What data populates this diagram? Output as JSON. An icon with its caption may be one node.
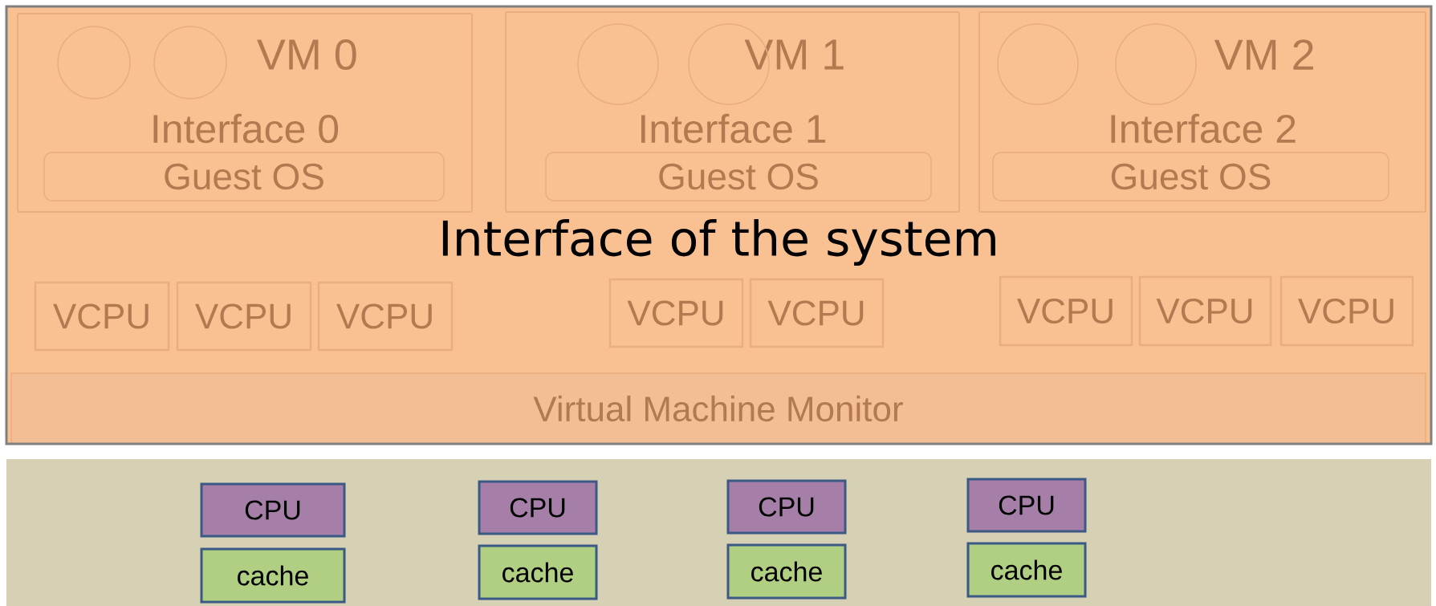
{
  "diagram": {
    "nodes": [
      {
        "text": [
          "Interface of the system"
        ]
      },
      {
        "text": [
          "VM 0",
          "Interface 0"
        ],
        "in": 0
      },
      {
        "text": [],
        "shape": "circle",
        "in": 1
      },
      {
        "text": [],
        "shape": "circle",
        "in": 1
      },
      {
        "text": [
          "Guest OS"
        ],
        "in": 1
      },
      {
        "text": [
          "VM 1",
          "Interface 1"
        ],
        "in": 0
      },
      {
        "text": [],
        "shape": "circle",
        "in": 5
      },
      {
        "text": [],
        "shape": "circle",
        "in": 5
      },
      {
        "text": [
          "Guest OS"
        ],
        "in": 5
      },
      {
        "text": [
          "VM 2",
          "Interface 2"
        ],
        "in": 0
      },
      {
        "text": [],
        "shape": "circle",
        "in": 9
      },
      {
        "text": [],
        "shape": "circle",
        "in": 9
      },
      {
        "text": [
          "Guest OS"
        ],
        "in": 9
      },
      {
        "text": [
          "VCPU"
        ],
        "in": 0
      },
      {
        "text": [
          "VCPU"
        ],
        "in": 0
      },
      {
        "text": [
          "VCPU"
        ],
        "in": 0
      },
      {
        "text": [
          "VCPU"
        ],
        "in": 0
      },
      {
        "text": [
          "VCPU"
        ],
        "in": 0
      },
      {
        "text": [
          "VCPU"
        ],
        "in": 0
      },
      {
        "text": [
          "VCPU"
        ],
        "in": 0
      },
      {
        "text": [
          "VCPU"
        ],
        "in": 0
      },
      {
        "text": [
          "Virtual Machine Monitor"
        ],
        "in": 0
      },
      {
        "text": [],
        "shape": "box"
      },
      {
        "text": [
          "CPU"
        ],
        "in": 22
      },
      {
        "text": [
          "cache"
        ],
        "in": 22
      },
      {
        "text": [
          "CPU"
        ],
        "in": 22
      },
      {
        "text": [
          "cache"
        ],
        "in": 22
      },
      {
        "text": [
          "CPU"
        ],
        "in": 22
      },
      {
        "text": [
          "cache"
        ],
        "in": 22
      },
      {
        "text": [
          "CPU"
        ],
        "in": 22
      },
      {
        "text": [
          "cache"
        ],
        "in": 22
      }
    ]
  }
}
